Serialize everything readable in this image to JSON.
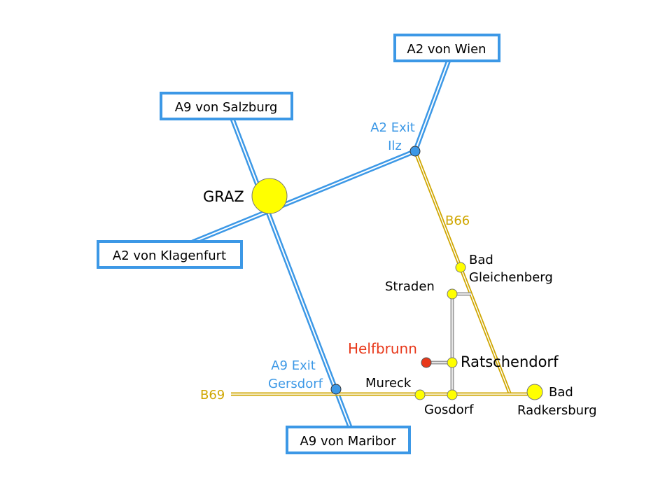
{
  "colors": {
    "motorway": "#3c98e6",
    "federal_road": "#cfa600",
    "local_road": "#9a9a9a",
    "town": "#ffff00",
    "exit": "#3c98e6",
    "destination": "#e8381a"
  },
  "boxes": {
    "a2_wien": "A2 von Wien",
    "a9_salzburg": "A9 von Salzburg",
    "a2_klagenfurt": "A2 von Klagenfurt",
    "a9_maribor": "A9 von Maribor"
  },
  "roads": {
    "b66": "B66",
    "b69": "B69"
  },
  "exits": {
    "ilz_line1": "A2 Exit",
    "ilz_line2": "Ilz",
    "gersdorf_line1": "A9 Exit",
    "gersdorf_line2": "Gersdorf"
  },
  "places": {
    "graz": "GRAZ",
    "gleichenberg_line1": "Bad",
    "gleichenberg_line2": "Gleichenberg",
    "straden": "Straden",
    "helfbrunn": "Helfbrunn",
    "ratschendorf": "Ratschendorf",
    "mureck": "Mureck",
    "gosdorf": "Gosdorf",
    "radkersburg_line1": "Bad",
    "radkersburg_line2": "Radkersburg"
  }
}
